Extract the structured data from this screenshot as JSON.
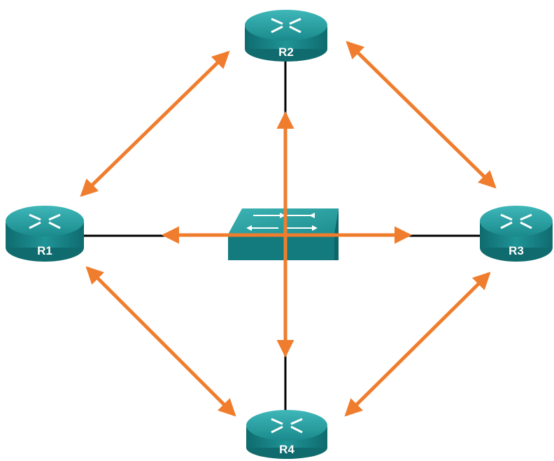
{
  "diagram": {
    "routers": [
      {
        "id": "r1",
        "label": "R1"
      },
      {
        "id": "r2",
        "label": "R2"
      },
      {
        "id": "r3",
        "label": "R3"
      },
      {
        "id": "r4",
        "label": "R4"
      }
    ],
    "switch": {
      "icon": "switch-icon"
    },
    "links": [
      "r1-switch",
      "r2-switch",
      "r3-switch",
      "r4-switch"
    ],
    "adjacencies": [
      "r1-r2",
      "r2-r3",
      "r3-r4",
      "r4-r1",
      "r1-r3",
      "r2-r4"
    ],
    "colors": {
      "adjacency_arrow": "#f07d2d",
      "device_teal": "#1e8c8c",
      "link_line": "#000000"
    }
  }
}
